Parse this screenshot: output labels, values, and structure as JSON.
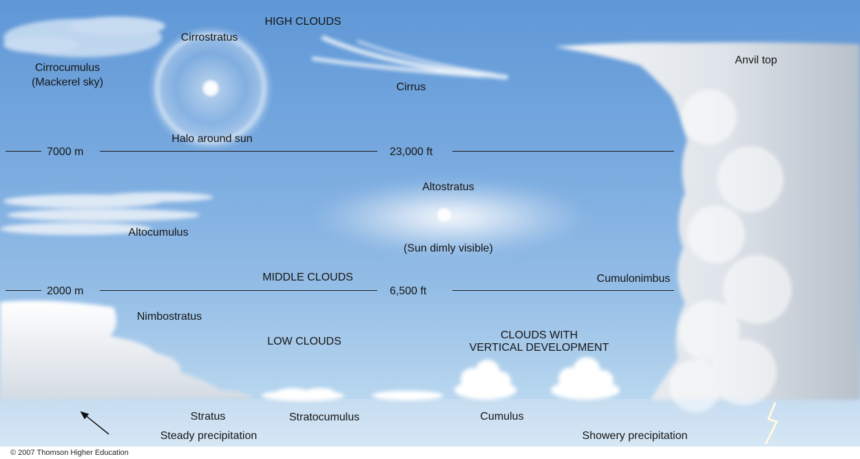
{
  "figure": {
    "headings": {
      "high": "HIGH CLOUDS",
      "middle": "MIDDLE CLOUDS",
      "low": "LOW CLOUDS",
      "vertical_line1": "CLOUDS WITH",
      "vertical_line2": "VERTICAL DEVELOPMENT"
    },
    "altitudes": {
      "high_m": "7000 m",
      "high_ft": "23,000 ft",
      "middle_m": "2000 m",
      "middle_ft": "6,500 ft"
    },
    "clouds": {
      "cirrocumulus": "Cirrocumulus",
      "mackerel": "(Mackerel sky)",
      "cirrostratus": "Cirrostratus",
      "halo": "Halo around sun",
      "cirrus": "Cirrus",
      "anvil_top": "Anvil top",
      "altostratus": "Altostratus",
      "sun_dim": "(Sun dimly visible)",
      "altocumulus": "Altocumulus",
      "cumulonimbus": "Cumulonimbus",
      "nimbostratus": "Nimbostratus",
      "stratus": "Stratus",
      "stratocumulus": "Stratocumulus",
      "cumulus": "Cumulus"
    },
    "precipitation": {
      "steady": "Steady precipitation",
      "showery": "Showery precipitation"
    },
    "copyright": "© 2007 Thomson Higher Education"
  },
  "colors": {
    "sky_top": "#5f97d6",
    "sky_bottom": "#b9d7ef",
    "cloud_white": "#ffffff",
    "cloud_shadow": "#c9d3de",
    "rain": "#5a86c8",
    "lightning": "#fffbe0"
  }
}
